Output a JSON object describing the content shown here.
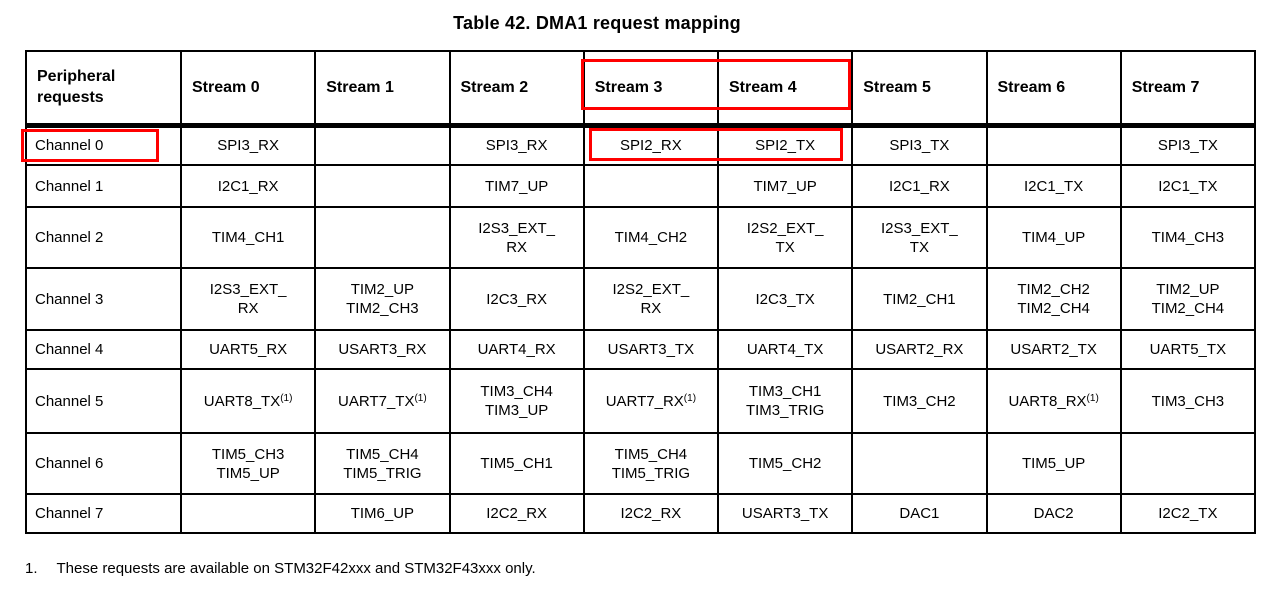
{
  "title": "Table 42. DMA1 request mapping",
  "table": {
    "corner_header": "Peripheral requests",
    "stream_headers": [
      "Stream 0",
      "Stream 1",
      "Stream 2",
      "Stream 3",
      "Stream 4",
      "Stream 5",
      "Stream 6",
      "Stream 7"
    ],
    "rows": [
      {
        "label": "Channel 0",
        "cells": [
          [
            "SPI3_RX"
          ],
          [],
          [
            "SPI3_RX"
          ],
          [
            "SPI2_RX"
          ],
          [
            "SPI2_TX"
          ],
          [
            "SPI3_TX"
          ],
          [],
          [
            "SPI3_TX"
          ]
        ]
      },
      {
        "label": "Channel 1",
        "cells": [
          [
            "I2C1_RX"
          ],
          [],
          [
            "TIM7_UP"
          ],
          [],
          [
            "TIM7_UP"
          ],
          [
            "I2C1_RX"
          ],
          [
            "I2C1_TX"
          ],
          [
            "I2C1_TX"
          ]
        ]
      },
      {
        "label": "Channel 2",
        "cells": [
          [
            "TIM4_CH1"
          ],
          [],
          [
            "I2S3_EXT_",
            "RX"
          ],
          [
            "TIM4_CH2"
          ],
          [
            "I2S2_EXT_",
            "TX"
          ],
          [
            "I2S3_EXT_",
            "TX"
          ],
          [
            "TIM4_UP"
          ],
          [
            "TIM4_CH3"
          ]
        ]
      },
      {
        "label": "Channel 3",
        "cells": [
          [
            "I2S3_EXT_",
            "RX"
          ],
          [
            "TIM2_UP",
            "TIM2_CH3"
          ],
          [
            "I2C3_RX"
          ],
          [
            "I2S2_EXT_",
            "RX"
          ],
          [
            "I2C3_TX"
          ],
          [
            "TIM2_CH1"
          ],
          [
            "TIM2_CH2",
            "TIM2_CH4"
          ],
          [
            "TIM2_UP",
            "TIM2_CH4"
          ]
        ]
      },
      {
        "label": "Channel 4",
        "cells": [
          [
            "UART5_RX"
          ],
          [
            "USART3_RX"
          ],
          [
            "UART4_RX"
          ],
          [
            "USART3_TX"
          ],
          [
            "UART4_TX"
          ],
          [
            "USART2_RX"
          ],
          [
            "USART2_TX"
          ],
          [
            "UART5_TX"
          ]
        ]
      },
      {
        "label": "Channel 5",
        "cells": [
          [
            "UART8_TX^(1)"
          ],
          [
            "UART7_TX^(1)"
          ],
          [
            "TIM3_CH4",
            "TIM3_UP"
          ],
          [
            "UART7_RX^(1)"
          ],
          [
            "TIM3_CH1",
            "TIM3_TRIG"
          ],
          [
            "TIM3_CH2"
          ],
          [
            "UART8_RX^(1)"
          ],
          [
            "TIM3_CH3"
          ]
        ]
      },
      {
        "label": "Channel 6",
        "cells": [
          [
            "TIM5_CH3",
            "TIM5_UP"
          ],
          [
            "TIM5_CH4",
            "TIM5_TRIG"
          ],
          [
            "TIM5_CH1"
          ],
          [
            "TIM5_CH4",
            "TIM5_TRIG"
          ],
          [
            "TIM5_CH2"
          ],
          [],
          [
            "TIM5_UP"
          ],
          []
        ]
      },
      {
        "label": "Channel 7",
        "cells": [
          [],
          [
            "TIM6_UP"
          ],
          [
            "I2C2_RX"
          ],
          [
            "I2C2_RX"
          ],
          [
            "USART3_TX"
          ],
          [
            "DAC1"
          ],
          [
            "DAC2"
          ],
          [
            "I2C2_TX"
          ]
        ]
      }
    ]
  },
  "highlights": [
    {
      "name": "stream-3-4-headers",
      "target": "header",
      "cols": [
        3,
        4
      ]
    },
    {
      "name": "channel-0-label",
      "target": "label",
      "row": 0
    },
    {
      "name": "spi2-rx-tx-cells",
      "target": "cells",
      "row": 0,
      "cols": [
        3,
        4
      ]
    }
  ],
  "footnote": {
    "number": "1.",
    "text": "These requests are available on STM32F42xxx and STM32F43xxx only."
  },
  "colors": {
    "highlight": "#ff0000",
    "grid": "#000000",
    "background": "#ffffff"
  }
}
